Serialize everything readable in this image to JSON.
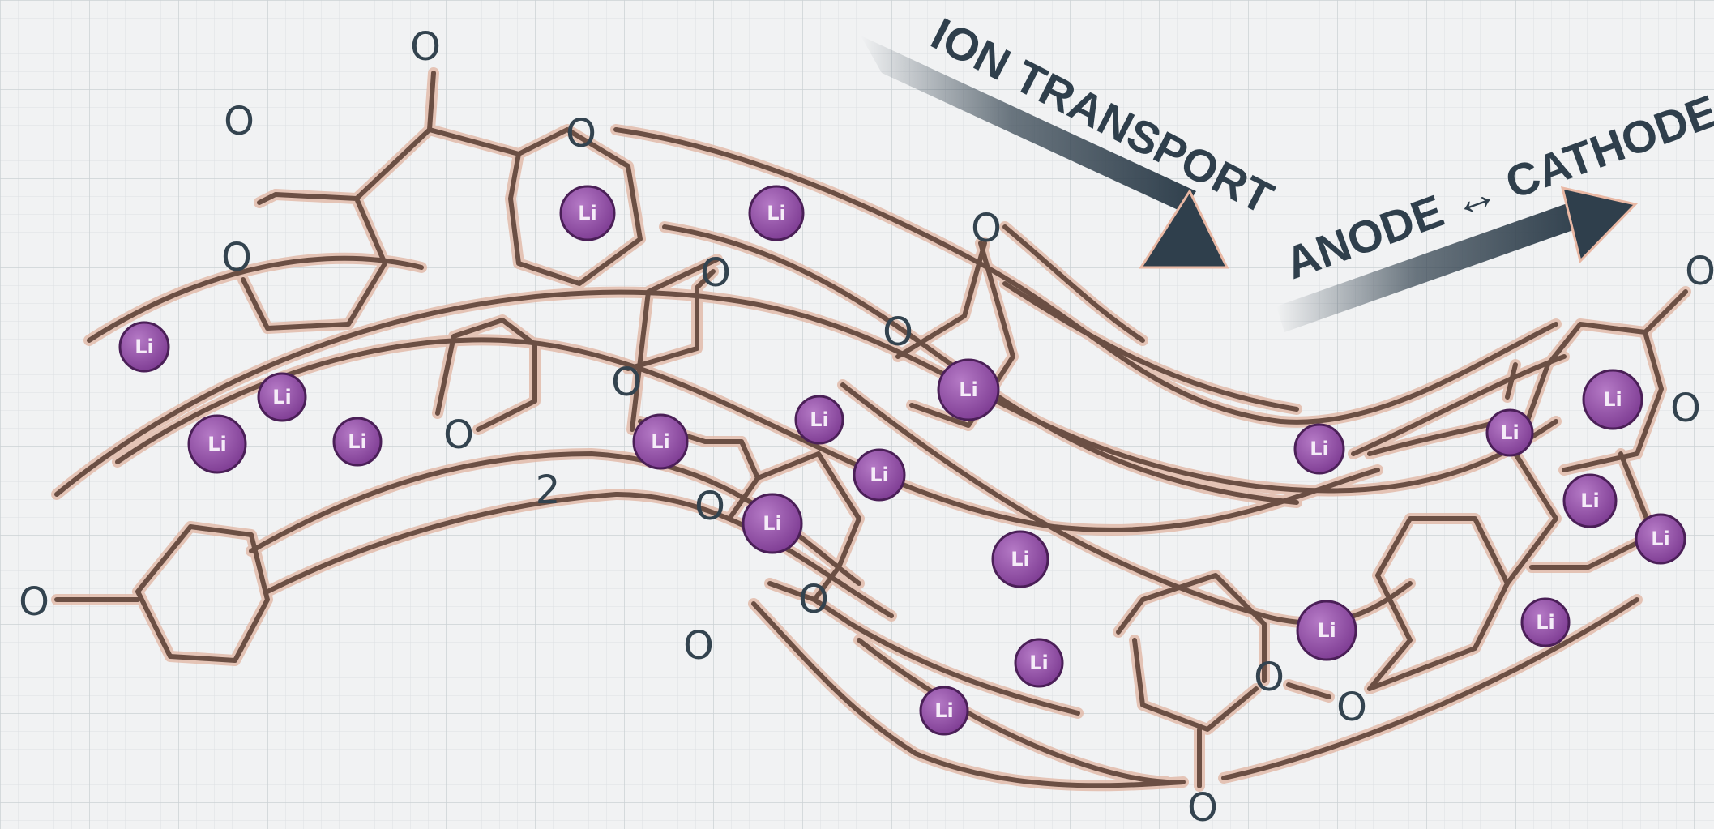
{
  "labels": {
    "ion_transport": "ION TRANSPORT",
    "electrodes": "ANODE ↔ CATHODE"
  },
  "atoms": {
    "oxygen": "O",
    "fragment": "2"
  },
  "ions": [
    "Li",
    "Li",
    "Li",
    "Li",
    "Li",
    "Li",
    "Li",
    "Li",
    "Li",
    "Li",
    "Li",
    "Li",
    "Li",
    "Li",
    "Li",
    "Li",
    "Li",
    "Li",
    "Li",
    "Li",
    "Li"
  ],
  "colors": {
    "background": "#f1f2f3",
    "grid": "#d9dde0",
    "bond": "#6b4f44",
    "bond_glow": "#e2b8a6",
    "ion": "#8f4aa3",
    "ion_edge": "#4a1f57",
    "arrow": "#2f3f4c",
    "atom_text": "#33434f"
  }
}
